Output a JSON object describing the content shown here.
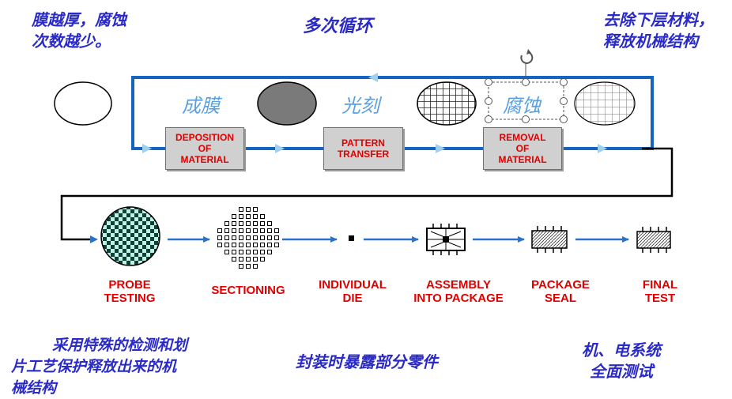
{
  "notes": {
    "top_left": [
      "膜越厚，腐蚀",
      "次数越少。"
    ],
    "top_center": "多次循环",
    "top_right": [
      "去除下层材料，",
      "释放机械结构"
    ],
    "bottom_left": [
      "采用特殊的检测和划",
      "片工艺保护释放出来的机",
      "械结构"
    ],
    "bottom_center": "封装时暴露部分零件",
    "bottom_right": [
      "机、电系统",
      "全面测试"
    ]
  },
  "loop_labels": [
    "成膜",
    "光刻",
    "腐蚀"
  ],
  "processes": [
    [
      "DEPOSITION",
      "OF",
      "MATERIAL"
    ],
    [
      "PATTERN",
      "TRANSFER"
    ],
    [
      "REMOVAL",
      "OF",
      "MATERIAL"
    ]
  ],
  "steps": [
    [
      "PROBE",
      "TESTING"
    ],
    [
      "SECTIONING"
    ],
    [
      "INDIVIDUAL",
      "DIE"
    ],
    [
      "ASSEMBLY",
      "INTO PACKAGE"
    ],
    [
      "PACKAGE",
      "SEAL"
    ],
    [
      "FINAL",
      "TEST"
    ]
  ],
  "colors": {
    "loop_line": "#1565c0",
    "flow_arrow": "#2a72c8",
    "note_text": "#2a2ac8",
    "step_text": "#e00000",
    "loop_label": "#5aa0e0"
  }
}
